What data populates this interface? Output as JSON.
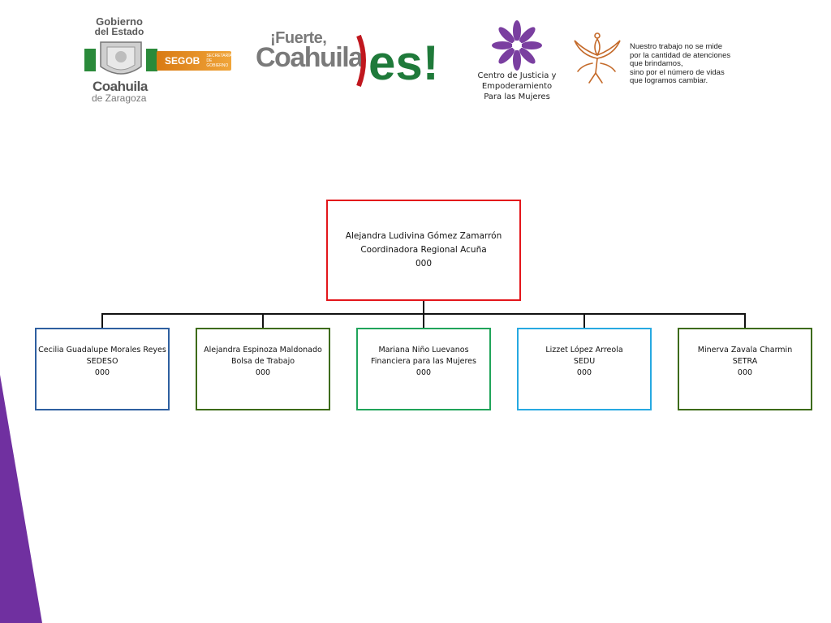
{
  "logos": {
    "gobierno": {
      "line1": "Gobierno",
      "line2": "del Estado",
      "name": "Coahuila",
      "sub": "de Zaragoza",
      "segob": "SEGOB",
      "segob_desc": "SECRETARÍA DE GOBIERNO"
    },
    "fuerte": {
      "line1": "¡Fuerte,",
      "line2": "Coahuila",
      "es": "es!"
    },
    "centro_justicia": {
      "line1": "Centro de Justicia y",
      "line2": "Empoderamiento",
      "line3": "Para las Mujeres"
    },
    "quote": {
      "line1": "Nuestro trabajo no se mide",
      "line2": "por la cantidad de atenciones",
      "line3": "que brindamos,",
      "line4": "sino por el número de vidas",
      "line5": "que logramos cambiar."
    }
  },
  "colors": {
    "top_border": "#e3161b",
    "accent_purple": "#7030a0",
    "child_borders": [
      "#2e5fa0",
      "#3d6b17",
      "#20a45a",
      "#27a9e1",
      "#3d6b17"
    ]
  },
  "org_chart": {
    "root": {
      "name": "Alejandra Ludivina Gómez Zamarrón",
      "role": "Coordinadora Regional Acuña",
      "code": "000"
    },
    "children": [
      {
        "name": "Cecilia Guadalupe Morales Reyes",
        "role": "SEDESO",
        "code": "000"
      },
      {
        "name": "Alejandra Espinoza Maldonado",
        "role": "Bolsa de Trabajo",
        "code": "000"
      },
      {
        "name": "Mariana Niño Luevanos",
        "role": "Financiera para las Mujeres",
        "code": "000"
      },
      {
        "name": "Lizzet López Arreola",
        "role": "SEDU",
        "code": "000"
      },
      {
        "name": "Minerva Zavala Charmin",
        "role": "SETRA",
        "code": "000"
      }
    ]
  }
}
